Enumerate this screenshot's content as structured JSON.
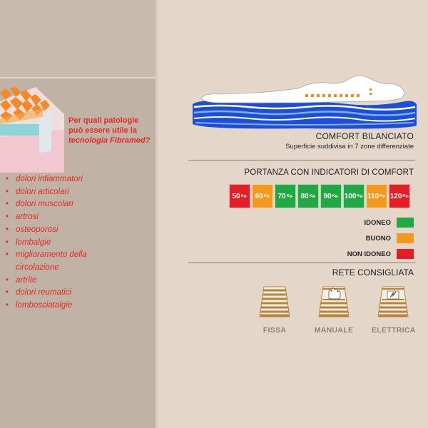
{
  "left_panel": {
    "question_line1": "Per quali patologie",
    "question_line2": "può essere utile la",
    "question_line3": "tecnologia Fibramed?",
    "pathologies": [
      "dolori infiammatori",
      "dolori articolari",
      "dolori muscolari",
      "artrosi",
      "osteoporosi",
      "lombalgie",
      "miglioramento della",
      "circolazione",
      "artrite",
      "dolori reumatici",
      "lombosciatalgie"
    ],
    "bullet": "•"
  },
  "comfort": {
    "title": "COMFORT BILANCIATO",
    "subtitle": "Superficie suddivisa in 7 zone differenziate"
  },
  "portanza": {
    "title": "PORTANZA CON INDICATORI DI COMFORT",
    "unit": "Kg.",
    "weights": [
      {
        "value": "50",
        "color": "#e31e24"
      },
      {
        "value": "60",
        "color": "#f39a1e"
      },
      {
        "value": "70",
        "color": "#22a843"
      },
      {
        "value": "80",
        "color": "#22a843"
      },
      {
        "value": "90",
        "color": "#22a843"
      },
      {
        "value": "100",
        "color": "#22a843"
      },
      {
        "value": "110",
        "color": "#f39a1e"
      },
      {
        "value": "120",
        "color": "#e31e24"
      }
    ]
  },
  "legend": [
    {
      "label": "IDONEO",
      "color": "#22a843"
    },
    {
      "label": "BUONO",
      "color": "#f39a1e"
    },
    {
      "label": "NON IDONEO",
      "color": "#e31e24"
    }
  ],
  "rete": {
    "title": "RETE CONSIGLIATA",
    "items": [
      {
        "label": "FISSA",
        "icon": "slatted-base-fixed-icon"
      },
      {
        "label": "MANUALE",
        "icon": "slatted-base-manual-icon"
      },
      {
        "label": "ELETTRICA",
        "icon": "slatted-base-electric-icon"
      }
    ]
  },
  "colors": {
    "accent_red": "#e52a22",
    "wood": "#b8823a",
    "mattress_blue": "#1d4fd6"
  }
}
